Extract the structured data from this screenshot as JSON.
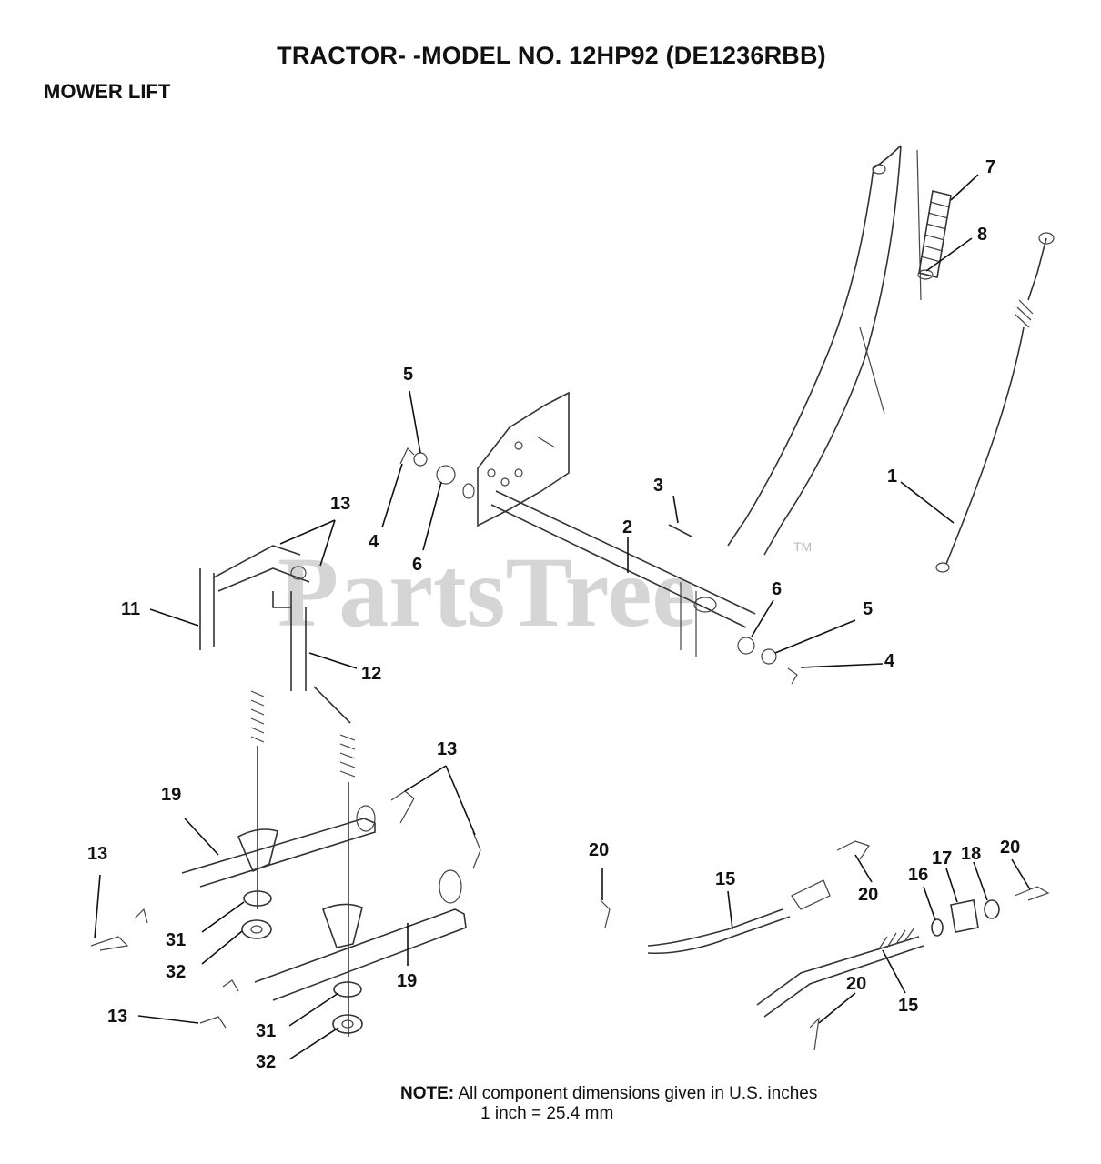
{
  "header": {
    "title": "TRACTOR- -MODEL NO. 12HP92 (DE1236RBB)",
    "section": "MOWER LIFT"
  },
  "watermark": {
    "text": "PartsTree",
    "mark": "TM"
  },
  "callouts": {
    "c1": "1",
    "c2": "2",
    "c3": "3",
    "c4a": "4",
    "c4b": "4",
    "c5a": "5",
    "c5b": "5",
    "c6a": "6",
    "c6b": "6",
    "c7": "7",
    "c8": "8",
    "c11": "11",
    "c12": "12",
    "c13a": "13",
    "c13b": "13",
    "c13c": "13",
    "c13d": "13",
    "c15a": "15",
    "c15b": "15",
    "c16": "16",
    "c17": "17",
    "c18": "18",
    "c19a": "19",
    "c19b": "19",
    "c20a": "20",
    "c20b": "20",
    "c20c": "20",
    "c20d": "20",
    "c31a": "31",
    "c31b": "31",
    "c32a": "32",
    "c32b": "32"
  },
  "note": {
    "label": "NOTE:",
    "line1": "All component dimensions given in U.S. inches",
    "line2": "1 inch = 25.4 mm"
  }
}
